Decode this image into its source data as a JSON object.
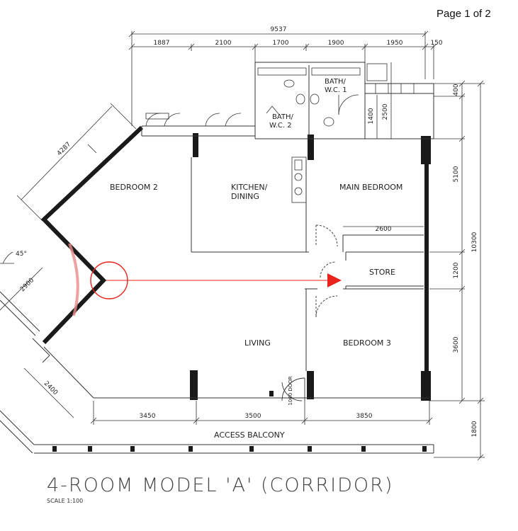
{
  "page_indicator": "Page 1 of 2",
  "plan": {
    "title": "4-ROOM MODEL 'A' (CORRIDOR)",
    "scale": "SCALE 1:100",
    "rooms": {
      "bedroom2": "BEDROOM 2",
      "kitchen_line1": "KITCHEN/",
      "kitchen_line2": "DINING",
      "main_bedroom": "MAIN BEDROOM",
      "bath1_line1": "BATH/",
      "bath1_line2": "W.C. 1",
      "bath2_line1": "BATH/",
      "bath2_line2": "W.C. 2",
      "store": "STORE",
      "living": "LIVING",
      "bedroom3": "BEDROOM 3",
      "access_balcony": "ACCESS BALCONY"
    },
    "dimensions": {
      "overall_top": "9537",
      "top_segments": [
        "1887",
        "2100",
        "1700",
        "1900",
        "1950",
        "150"
      ],
      "right_total": "10300",
      "right_segments": [
        "400",
        "5100",
        "1200",
        "3600"
      ],
      "right_balcony": "1800",
      "bath_inner_a": "1400",
      "bath_inner_b": "2500",
      "store_width": "2600",
      "bottom_segments": [
        "3450",
        "3500",
        "3850"
      ],
      "angled_top": "4287",
      "angled_left": "2900",
      "angled_bottom": "2400",
      "angle": "45°",
      "door_label": "1000 DOOR"
    },
    "colors": {
      "wall": "#1a1a1a",
      "line": "#333333",
      "annotation": "#e8231c",
      "annotation_arc": "#e88a8a"
    }
  }
}
